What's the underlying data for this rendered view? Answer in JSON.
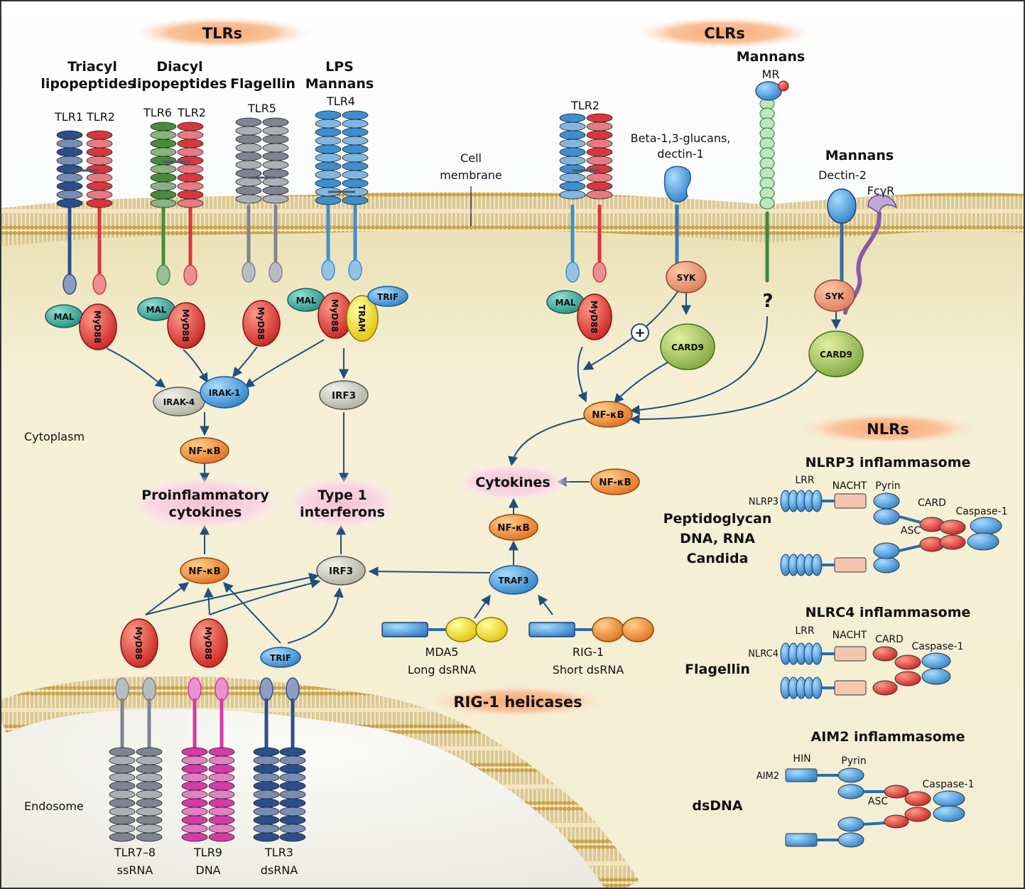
{
  "headers": {
    "tlrs": "TLRs",
    "clrs": "CLRs",
    "nlrs": "NLRs",
    "rig": "RIG-1 helicases"
  },
  "compartments": {
    "cytoplasm": "Cytoplasm",
    "endosome": "Endosome",
    "membrane_l1": "Cell",
    "membrane_l2": "membrane"
  },
  "tlr_ligands": {
    "triacyl_l1": "Triacyl",
    "triacyl_l2": "lipopeptides",
    "diacyl_l1": "Diacyl",
    "diacyl_l2": "lipopeptides",
    "flagellin": "Flagellin",
    "lps": "LPS",
    "mannans": "Mannans"
  },
  "receptors": {
    "tlr1": "TLR1",
    "tlr2_a": "TLR2",
    "tlr6": "TLR6",
    "tlr2_b": "TLR2",
    "tlr5": "TLR5",
    "tlr4": "TLR4",
    "tlr2_c": "TLR2",
    "tlr78": "TLR7–8",
    "tlr78_lig": "ssRNA",
    "tlr9": "TLR9",
    "tlr9_lig": "DNA",
    "tlr3": "TLR3",
    "tlr3_lig": "dsRNA"
  },
  "adaptors": {
    "mal": "MAL",
    "myd88": "MyD88",
    "trif": "TRIF",
    "tram": "TRAM"
  },
  "signaling": {
    "irak4": "IRAK-4",
    "irak1": "IRAK-1",
    "nfkb": "NF-κB",
    "irf3": "IRF3",
    "traf3": "TRAF3",
    "syk": "SYK",
    "card9": "CARD9",
    "plus": "+",
    "question": "?"
  },
  "outputs": {
    "proinfl_l1": "Proinflammatory",
    "proinfl_l2": "cytokines",
    "ifn_l1": "Type 1",
    "ifn_l2": "interferons",
    "cytokines": "Cytokines"
  },
  "clr": {
    "mannans_top": "Mannans",
    "mr": "MR",
    "beta_l1": "Beta-1,3-glucans,",
    "beta_l2": "dectin-1",
    "mannans_right": "Mannans",
    "dectin2": "Dectin-2",
    "fcyr": "FcγR"
  },
  "rig": {
    "mda5": "MDA5",
    "mda5_lig": "Long dsRNA",
    "rig1": "RIG-1",
    "rig1_lig": "Short dsRNA"
  },
  "nlr": {
    "nlrp3_title": "NLRP3 inflammasome",
    "nlrc4_title": "NLRC4 inflammasome",
    "aim2_title": "AIM2 inflammasome",
    "lrr": "LRR",
    "nacht": "NACHT",
    "pyrin": "Pyrin",
    "card": "CARD",
    "caspase1": "Caspase-1",
    "asc": "ASC",
    "hin": "HIN",
    "nlrp3": "NLRP3",
    "nlrc4": "NLRC4",
    "aim2": "AIM2",
    "nlrp3_lig1": "Peptidoglycan",
    "nlrp3_lig2": "DNA, RNA",
    "nlrp3_lig3": "Candida",
    "nlrc4_lig": "Flagellin",
    "aim2_lig": "dsDNA"
  },
  "colors": {
    "dark_blue": "#2c4f8c",
    "red": "#d9363e",
    "green": "#4a8a3c",
    "gray": "#7e8590",
    "blue": "#3c8fd0",
    "pink": "#d63aa8",
    "cytoplasm": "#f3eccb",
    "peach": "#f7b98a"
  }
}
